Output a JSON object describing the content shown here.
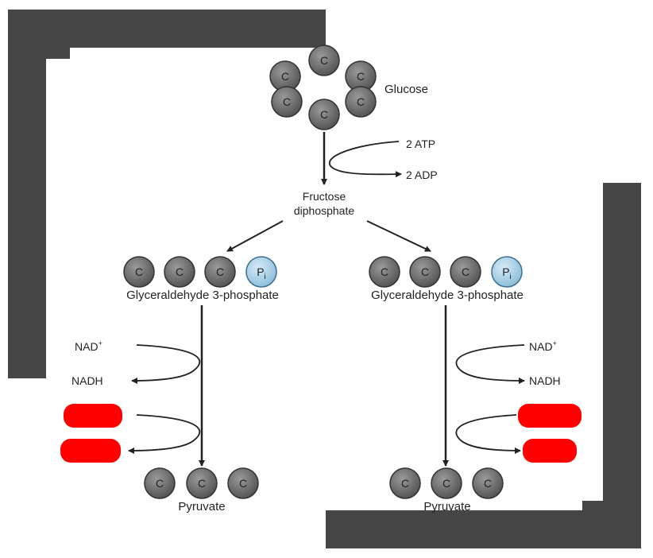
{
  "diagram": {
    "glucose_label": "Glucose",
    "atp_in_label": "2 ATP",
    "adp_out_label": "2 ADP",
    "fructose_label_line1": "Fructose",
    "fructose_label_line2": "diphosphate",
    "g3p_label": "Glyceraldehyde 3-phosphate",
    "nad_label": "NAD",
    "nad_superscript": "+",
    "nadh_label": "NADH",
    "pyruvate_label": "Pyruvate",
    "carbon_symbol": "C",
    "phosphate_symbol": "P",
    "phosphate_subscript": "i"
  },
  "colors": {
    "carbon_fill": "#6b6b6b",
    "phosphate_fill": "#a9d0e8",
    "redaction_fill": "#ff0000",
    "frame_fill": "#464646",
    "arrow": "#222222"
  }
}
